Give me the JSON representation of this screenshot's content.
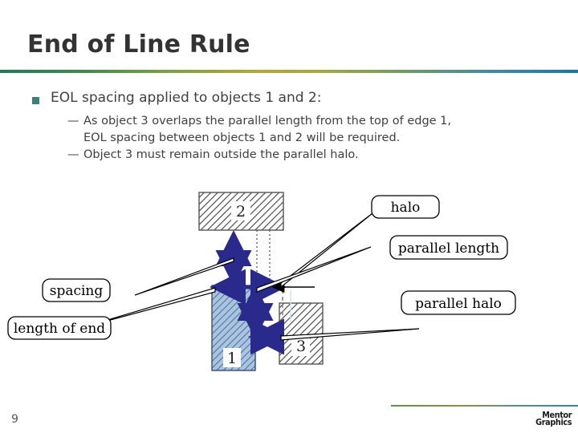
{
  "slide": {
    "title": "End of Line Rule",
    "page_number": "9"
  },
  "content": {
    "bullet_marker": "square-bullet-icon",
    "bullet": "EOL spacing applied to objects 1 and 2:",
    "sub_bullets": [
      {
        "dash": "—",
        "text": "As object 3 overlaps the parallel length from the top of edge 1,\nEOL spacing between objects 1 and 2 will be required."
      },
      {
        "dash": "—",
        "text": "Object 3 must remain outside the parallel halo."
      }
    ]
  },
  "diagram": {
    "shapes": [
      {
        "id": "obj2",
        "label": "2",
        "fill": "gray-hatch"
      },
      {
        "id": "obj1",
        "label": "1",
        "fill": "blue-hatch"
      },
      {
        "id": "obj3",
        "label": "3",
        "fill": "gray-hatch"
      }
    ],
    "callouts": [
      {
        "id": "spacing",
        "label": "spacing"
      },
      {
        "id": "length-of-end",
        "label": "length of end"
      },
      {
        "id": "halo",
        "label": "halo"
      },
      {
        "id": "parallel-length",
        "label": "parallel length"
      },
      {
        "id": "parallel-halo",
        "label": "parallel halo"
      }
    ],
    "arrow_color": "#2a2a8c",
    "hatch_color": "#4d4d4d",
    "blue_fill": "#a8c4e0"
  },
  "footer": {
    "logo_line1": "Mentor",
    "logo_line2": "Graphics"
  }
}
